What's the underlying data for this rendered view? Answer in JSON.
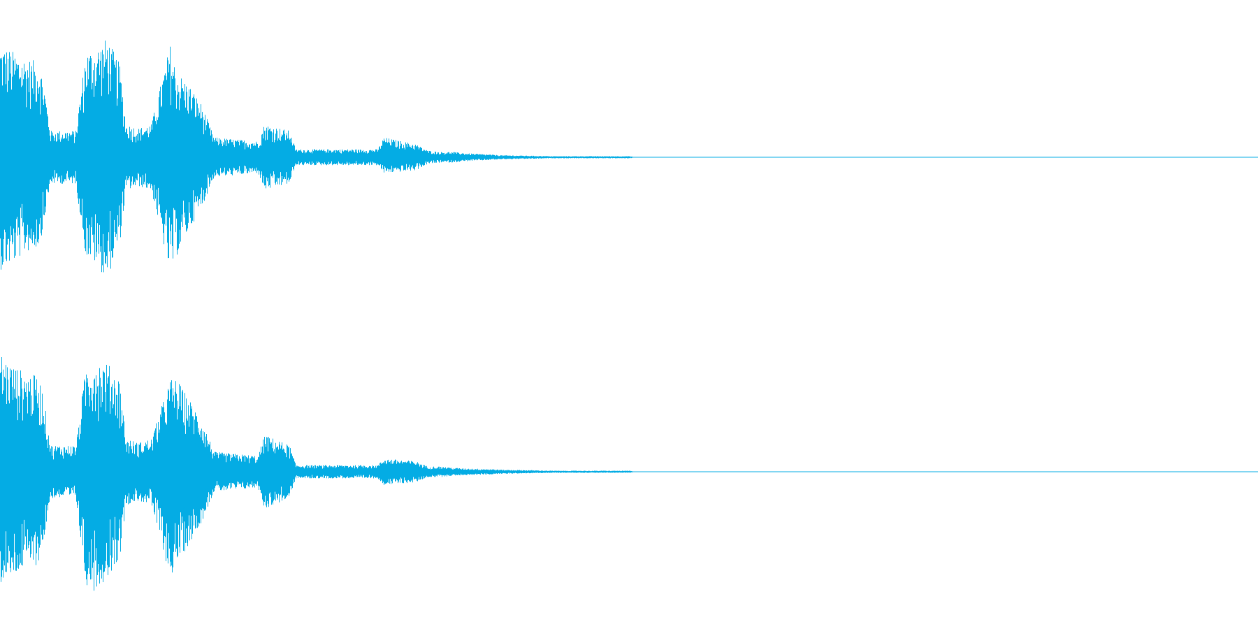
{
  "colors": {
    "background": "#ffffff",
    "waveform": "#04ace4"
  },
  "chart_data": {
    "type": "area",
    "title": "",
    "xlabel": "",
    "ylabel": "",
    "channels": 2,
    "ylim": [
      -1,
      1
    ],
    "xlim": [
      0,
      1
    ],
    "grid": false,
    "legend": "none",
    "series": [
      {
        "channel": 1,
        "envelope": {
          "x": [
            0.0,
            0.01,
            0.02,
            0.03,
            0.034,
            0.04,
            0.06,
            0.068,
            0.075,
            0.085,
            0.095,
            0.1,
            0.11,
            0.12,
            0.135,
            0.14,
            0.15,
            0.16,
            0.17,
            0.205,
            0.21,
            0.23,
            0.235,
            0.3,
            0.305,
            0.33,
            0.34,
            0.35,
            0.36,
            0.37,
            0.39,
            0.4,
            0.42,
            0.44,
            0.5,
            0.505,
            1.0
          ],
          "max": [
            0.85,
            0.8,
            0.75,
            0.72,
            0.6,
            0.2,
            0.2,
            0.8,
            0.82,
            0.9,
            0.7,
            0.25,
            0.22,
            0.25,
            0.85,
            0.65,
            0.55,
            0.4,
            0.15,
            0.12,
            0.25,
            0.2,
            0.06,
            0.06,
            0.15,
            0.1,
            0.05,
            0.04,
            0.04,
            0.03,
            0.02,
            0.015,
            0.012,
            0.008,
            0.008,
            0.002,
            0.002
          ],
          "min": [
            -0.85,
            -0.8,
            -0.72,
            -0.68,
            -0.55,
            -0.2,
            -0.2,
            -0.75,
            -0.8,
            -0.92,
            -0.65,
            -0.25,
            -0.22,
            -0.25,
            -0.88,
            -0.75,
            -0.55,
            -0.38,
            -0.15,
            -0.12,
            -0.25,
            -0.2,
            -0.06,
            -0.06,
            -0.12,
            -0.1,
            -0.05,
            -0.04,
            -0.04,
            -0.03,
            -0.02,
            -0.015,
            -0.012,
            -0.008,
            -0.008,
            -0.002,
            -0.002
          ]
        }
      },
      {
        "channel": 2,
        "envelope": {
          "x": [
            0.0,
            0.01,
            0.02,
            0.03,
            0.034,
            0.04,
            0.06,
            0.068,
            0.075,
            0.085,
            0.095,
            0.1,
            0.11,
            0.12,
            0.135,
            0.14,
            0.15,
            0.16,
            0.17,
            0.205,
            0.21,
            0.23,
            0.235,
            0.3,
            0.305,
            0.33,
            0.34,
            0.35,
            0.36,
            0.37,
            0.39,
            0.4,
            0.42,
            0.44,
            0.5,
            0.505,
            1.0
          ],
          "max": [
            0.9,
            0.8,
            0.75,
            0.72,
            0.6,
            0.2,
            0.2,
            0.8,
            0.85,
            0.82,
            0.7,
            0.25,
            0.22,
            0.25,
            0.7,
            0.7,
            0.55,
            0.4,
            0.15,
            0.12,
            0.28,
            0.2,
            0.05,
            0.05,
            0.1,
            0.08,
            0.04,
            0.04,
            0.03,
            0.025,
            0.02,
            0.015,
            0.012,
            0.008,
            0.008,
            0.002,
            0.002
          ],
          "min": [
            -0.85,
            -0.8,
            -0.72,
            -0.7,
            -0.55,
            -0.2,
            -0.2,
            -0.85,
            -0.9,
            -0.8,
            -0.65,
            -0.25,
            -0.22,
            -0.25,
            -0.8,
            -0.7,
            -0.55,
            -0.38,
            -0.15,
            -0.12,
            -0.28,
            -0.2,
            -0.05,
            -0.05,
            -0.1,
            -0.08,
            -0.04,
            -0.04,
            -0.03,
            -0.025,
            -0.02,
            -0.015,
            -0.012,
            -0.008,
            -0.008,
            -0.002,
            -0.002
          ]
        }
      }
    ]
  }
}
